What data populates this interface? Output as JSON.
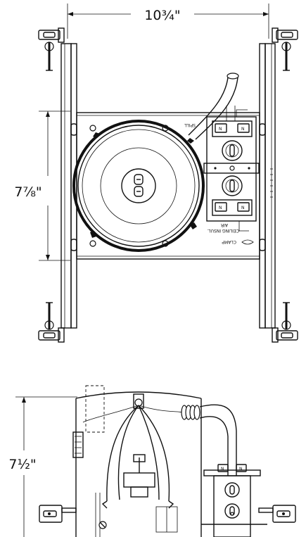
{
  "dimensions": {
    "width_top": "10¾\"",
    "height_top": "7⅞\"",
    "height_side": "7½\""
  },
  "labels": {
    "ceiling_label_line1": "CEILING INSUL.",
    "ceiling_label_line2": "AIR",
    "spill_label": "SPILL",
    "clamp_label": "CLAMP",
    "jbox_letter": "N"
  }
}
